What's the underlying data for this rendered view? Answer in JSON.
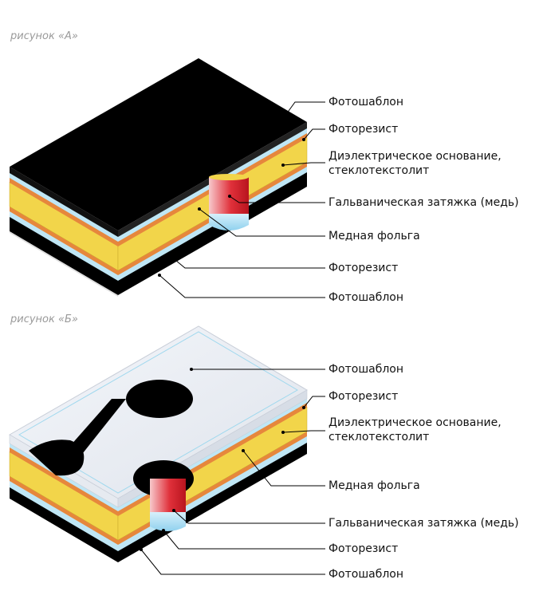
{
  "figure_a": {
    "caption": "рисунок «А»",
    "labels": {
      "top_photomask": "Фотошаблон",
      "top_photoresist": "Фоторезист",
      "dielectric_line1": "Диэлектрическое основание,",
      "dielectric_line2": "стеклотекстолит",
      "plating": "Гальваническая затяжка (медь)",
      "copper_foil": "Медная фольга",
      "bottom_photoresist": "Фоторезист",
      "bottom_photomask": "Фотошаблон"
    }
  },
  "figure_b": {
    "caption": "рисунок «Б»",
    "labels": {
      "top_photomask": "Фотошаблон",
      "top_photoresist": "Фоторезист",
      "dielectric_line1": "Диэлектрическое основание,",
      "dielectric_line2": "стеклотекстолит",
      "copper_foil": "Медная фольга",
      "plating": "Гальваническая затяжка (медь)",
      "bottom_photoresist": "Фоторезист",
      "bottom_photomask": "Фотошаблон"
    }
  },
  "colors": {
    "mask_black": "#000000",
    "resist_blue": "#bfe6f5",
    "copper_orange": "#e6873c",
    "dielectric_yellow": "#f2d54a",
    "plating_red": "#e0303a",
    "glass": "#eef2f7",
    "leader": "#000000"
  }
}
